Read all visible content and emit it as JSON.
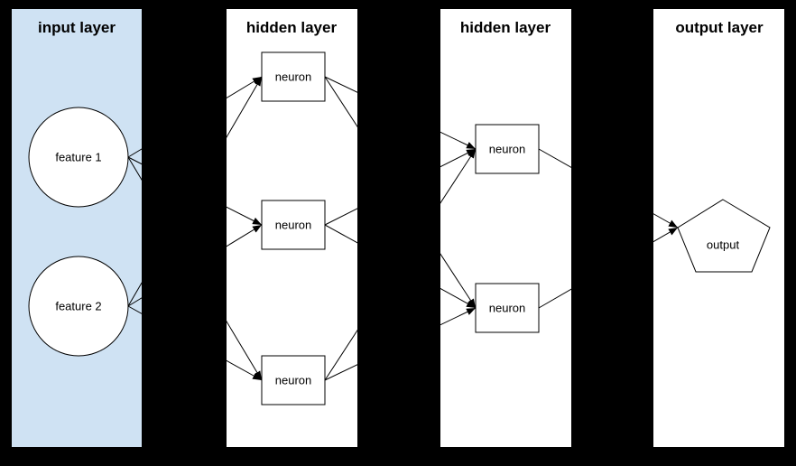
{
  "canvas": {
    "background": "#000000",
    "line_color": "#000000"
  },
  "panels": [
    {
      "title": "input layer",
      "fill": "#cfe2f3"
    },
    {
      "title": "hidden layer",
      "fill": "#ffffff"
    },
    {
      "title": "hidden layer",
      "fill": "#ffffff"
    },
    {
      "title": "output layer",
      "fill": "#ffffff"
    }
  ],
  "nodes": [
    {
      "id": "feature1",
      "label": "feature 1",
      "shape": "circle",
      "layer": "input layer"
    },
    {
      "id": "feature2",
      "label": "feature 2",
      "shape": "circle",
      "layer": "input layer"
    },
    {
      "id": "h1n1",
      "label": "neuron",
      "shape": "rect",
      "layer": "hidden layer 1"
    },
    {
      "id": "h1n2",
      "label": "neuron",
      "shape": "rect",
      "layer": "hidden layer 1"
    },
    {
      "id": "h1n3",
      "label": "neuron",
      "shape": "rect",
      "layer": "hidden layer 1"
    },
    {
      "id": "h2n1",
      "label": "neuron",
      "shape": "rect",
      "layer": "hidden layer 2"
    },
    {
      "id": "h2n2",
      "label": "neuron",
      "shape": "rect",
      "layer": "hidden layer 2"
    },
    {
      "id": "output",
      "label": "output",
      "shape": "pentagon",
      "layer": "output layer"
    }
  ],
  "edges": [
    {
      "from": "feature1",
      "to": "h1n1"
    },
    {
      "from": "feature1",
      "to": "h1n2"
    },
    {
      "from": "feature1",
      "to": "h1n3"
    },
    {
      "from": "feature2",
      "to": "h1n1"
    },
    {
      "from": "feature2",
      "to": "h1n2"
    },
    {
      "from": "feature2",
      "to": "h1n3"
    },
    {
      "from": "h1n1",
      "to": "h2n1"
    },
    {
      "from": "h1n1",
      "to": "h2n2"
    },
    {
      "from": "h1n2",
      "to": "h2n1"
    },
    {
      "from": "h1n2",
      "to": "h2n2"
    },
    {
      "from": "h1n3",
      "to": "h2n1"
    },
    {
      "from": "h1n3",
      "to": "h2n2"
    },
    {
      "from": "h2n1",
      "to": "output"
    },
    {
      "from": "h2n2",
      "to": "output"
    }
  ]
}
